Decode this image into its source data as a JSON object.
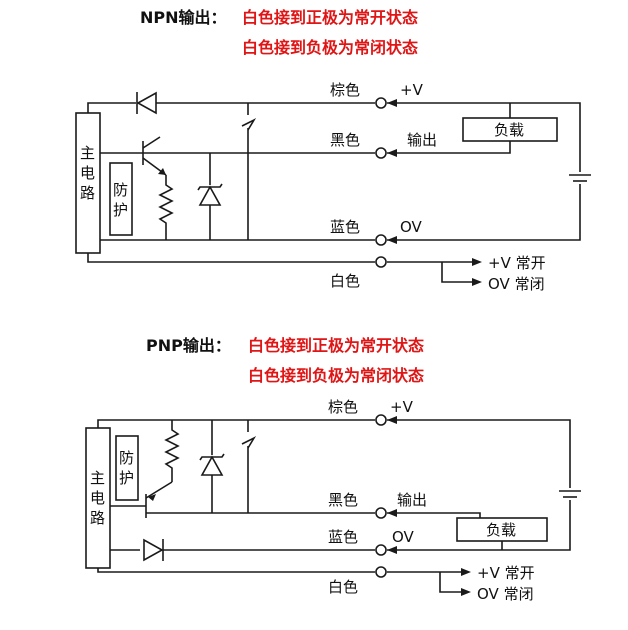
{
  "npn": {
    "title": "NPN输出：",
    "mode_line1": "白色接到正极为常开状态",
    "mode_line2": "白色接到负极为常闭状态",
    "main_circuit": [
      "主",
      "电",
      "路"
    ],
    "protect": [
      "防",
      "护"
    ],
    "wire_brown": "棕色",
    "wire_black": "黑色",
    "wire_blue": "蓝色",
    "wire_white": "白色",
    "plus_v": "+V",
    "output": "输出",
    "zero_v": "OV",
    "load": "负载",
    "white_pos": "+V 常开",
    "white_neg": "OV 常闭"
  },
  "pnp": {
    "title": "PNP输出：",
    "mode_line1": "白色接到正极为常开状态",
    "mode_line2": "白色接到负极为常闭状态",
    "main_circuit": [
      "主",
      "电",
      "路"
    ],
    "protect": [
      "防",
      "护"
    ],
    "wire_brown": "棕色",
    "wire_black": "黑色",
    "wire_blue": "蓝色",
    "wire_white": "白色",
    "plus_v": "+V",
    "output": "输出",
    "zero_v": "OV",
    "load": "负载",
    "white_pos": "+V 常开",
    "white_neg": "OV 常闭"
  }
}
